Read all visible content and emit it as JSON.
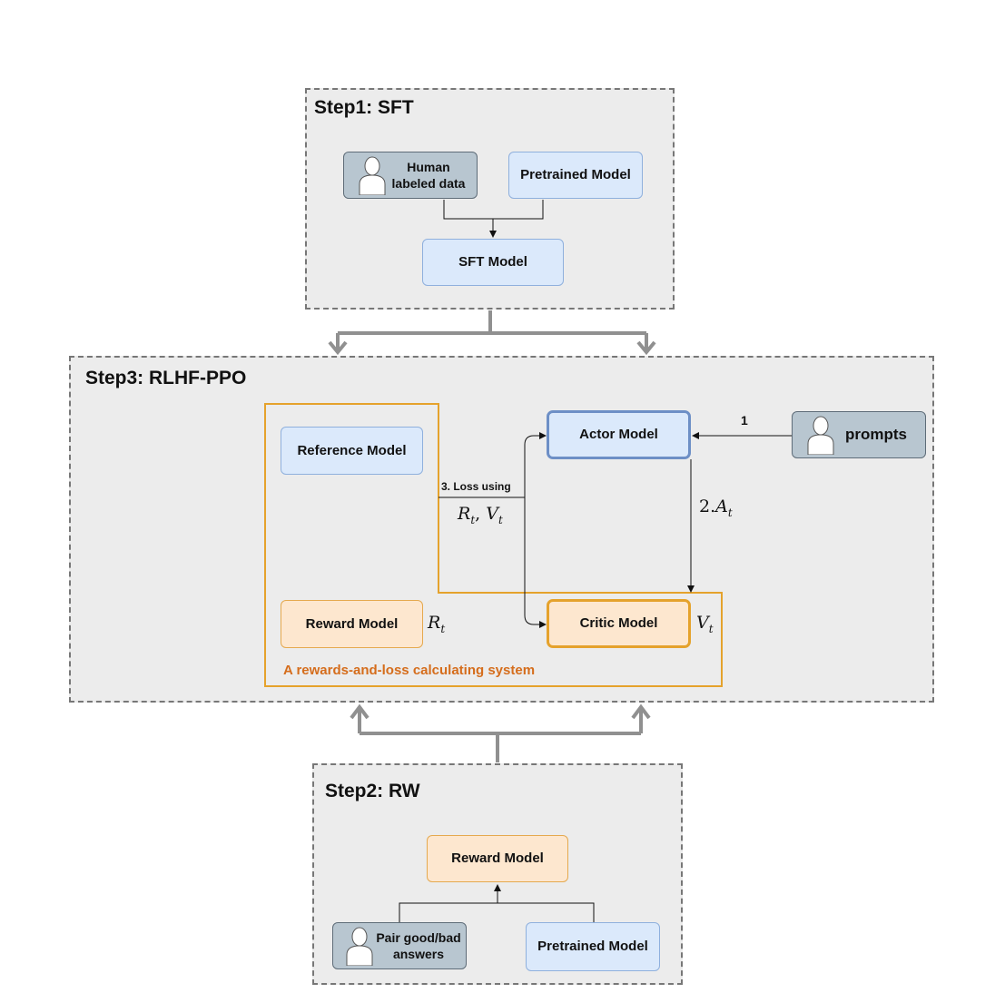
{
  "step1": {
    "title": "Step1: SFT",
    "human_data": "Human labeled data",
    "pretrained": "Pretrained Model",
    "sft_model": "SFT Model"
  },
  "step3": {
    "title": "Step3: RLHF-PPO",
    "reference": "Reference Model",
    "actor": "Actor Model",
    "prompts": "prompts",
    "reward": "Reward Model",
    "critic": "Critic Model",
    "system_label": "A rewards-and-loss calculating system",
    "edge1": "1",
    "edge2_prefix": "2.",
    "edge2_var": "A",
    "edge2_sub": "t",
    "edge3": "3. Loss using",
    "loss_r": "R",
    "loss_r_sub": "t",
    "loss_v": "V",
    "loss_v_sub": "t",
    "reward_var": "R",
    "reward_var_sub": "t",
    "critic_var": "V",
    "critic_var_sub": "t"
  },
  "step2": {
    "title": "Step2: RW",
    "reward": "Reward Model",
    "pair": "Pair good/bad answers",
    "pretrained": "Pretrained Model"
  },
  "colors": {
    "blue_fill": "#dbe9fb",
    "orange_fill": "#fde7cf",
    "system_border": "#e5a22c",
    "system_label": "#d56d1c",
    "person_fill": "#b8c6d0"
  }
}
